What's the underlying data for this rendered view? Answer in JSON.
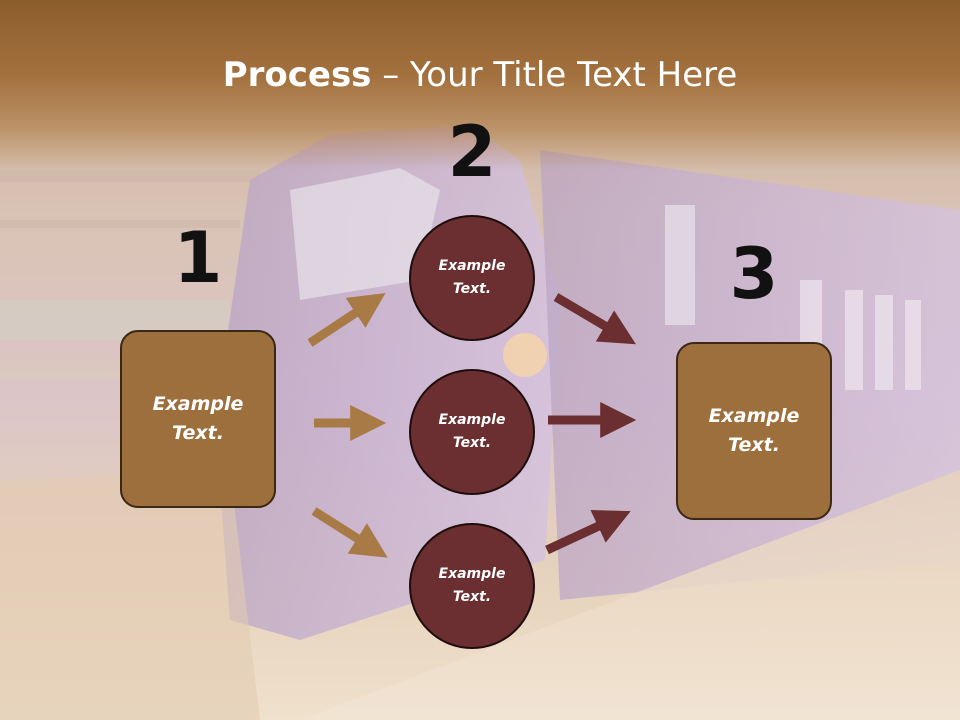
{
  "title": {
    "bold": "Process",
    "rest": " – Your Title Text Here"
  },
  "numbers": [
    "1",
    "2",
    "3"
  ],
  "left_box": {
    "label": "Example\nText."
  },
  "circles": [
    {
      "label": "Example\nText."
    },
    {
      "label": "Example\nText."
    },
    {
      "label": "Example\nText."
    }
  ],
  "right_box": {
    "label": "Example\nText."
  },
  "colors": {
    "box": "#9d6f3c",
    "circle": "#6b2f31",
    "arrow_in": "#a87a45",
    "arrow_out": "#6b2f31"
  }
}
